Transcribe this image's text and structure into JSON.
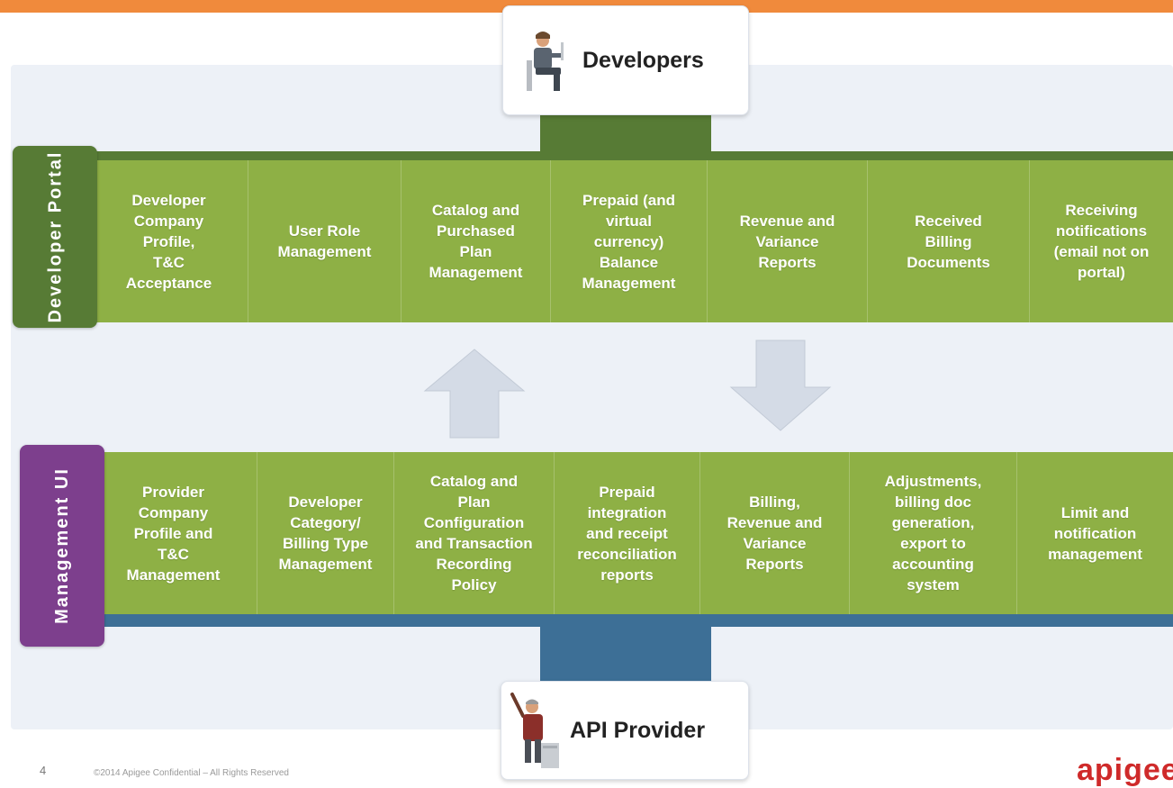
{
  "actors": {
    "developers": "Developers",
    "provider": "API Provider"
  },
  "developer_portal": {
    "title": "Developer\nPortal",
    "items": [
      "Developer\nCompany\nProfile,\nT&C\nAcceptance",
      "User Role\nManagement",
      "Catalog and\nPurchased\nPlan\nManagement",
      "Prepaid (and\nvirtual\ncurrency)\nBalance\nManagement",
      "Revenue and\nVariance\nReports",
      "Received\nBilling\nDocuments",
      "Receiving\nnotifications\n(email not on\nportal)"
    ]
  },
  "management_ui": {
    "title": "Management\nUI",
    "items": [
      "Provider\nCompany\nProfile and\nT&C\nManagement",
      "Developer\nCategory/\nBilling Type\nManagement",
      "Catalog and\nPlan\nConfiguration\nand Transaction\nRecording\nPolicy",
      "Prepaid\nintegration\nand receipt\nreconciliation\nreports",
      "Billing,\nRevenue and\nVariance\nReports",
      "Adjustments,\nbilling doc\ngeneration,\nexport to\naccounting\nsystem",
      "Limit and\nnotification\nmanagement"
    ]
  },
  "footer": {
    "page_number": "4",
    "copyright": "©2014 Apigee Confidential – All Rights Reserved",
    "brand": "apigee"
  },
  "colors": {
    "band_green": "#8eb045",
    "portal_dark_green": "#577b35",
    "management_purple": "#7d3f8d",
    "provider_blue": "#3d6f96",
    "header_orange": "#f08a3c",
    "arrow_grey": "#d4dbe6"
  },
  "icons": {
    "developers": "seated-developer-icon",
    "provider": "presenter-icon",
    "arrow_up": "arrow-up-icon",
    "arrow_down": "arrow-down-icon"
  }
}
